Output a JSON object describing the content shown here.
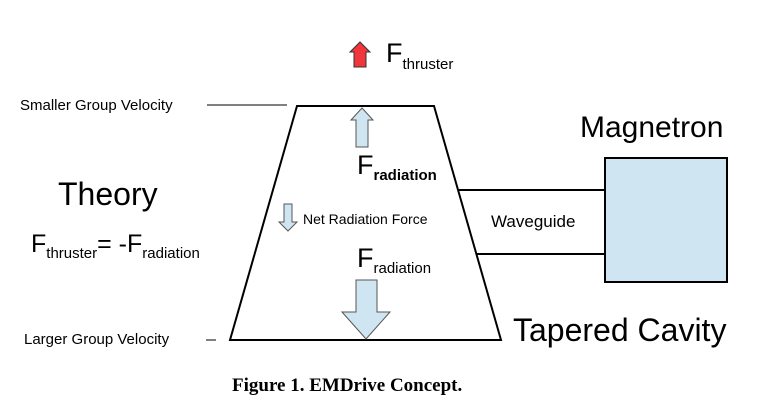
{
  "labels": {
    "smaller_group_velocity": "Smaller Group Velocity",
    "larger_group_velocity": "Larger Group Velocity",
    "theory_title": "Theory",
    "net_radiation_force": "Net Radiation Force",
    "waveguide": "Waveguide",
    "magnetron": "Magnetron",
    "tapered_cavity": "Tapered Cavity"
  },
  "forces": {
    "thruster": {
      "symbol": "F",
      "subscript": "thruster"
    },
    "radiation_top": {
      "symbol": "F",
      "subscript": "radiation"
    },
    "radiation_bottom": {
      "symbol": "F",
      "subscript": "radiation"
    }
  },
  "equation": {
    "lhs_symbol": "F",
    "lhs_subscript": "thruster",
    "operator": "= -",
    "rhs_symbol": "F",
    "rhs_subscript": "radiation"
  },
  "caption": "Figure 1.  EMDrive Concept.",
  "colors": {
    "thruster_arrow": "#f0353b",
    "radiation_arrow": "#d0e5f2",
    "magnetron_fill": "#d0e5f2",
    "outline": "#000000",
    "arrow_outline": "#555555"
  }
}
